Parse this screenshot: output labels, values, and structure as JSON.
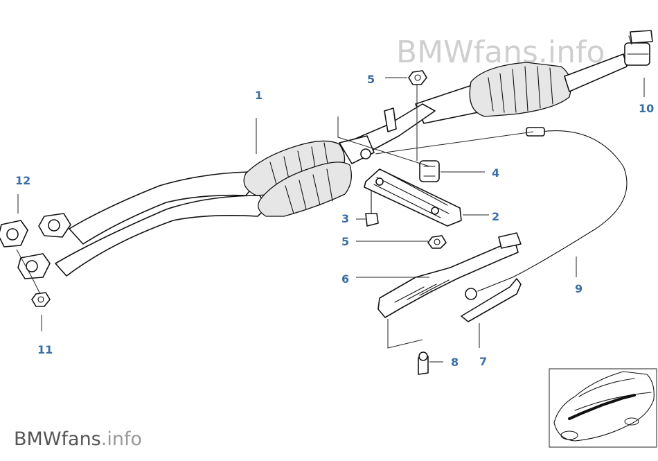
{
  "watermarks": {
    "top": "BMWfans.info",
    "bottom_main": "BMWfans",
    "bottom_suffix": ".info"
  },
  "callouts": [
    {
      "id": "1",
      "label": "1"
    },
    {
      "id": "2",
      "label": "2"
    },
    {
      "id": "3",
      "label": "3"
    },
    {
      "id": "4",
      "label": "4"
    },
    {
      "id": "5a",
      "label": "5"
    },
    {
      "id": "5b",
      "label": "5"
    },
    {
      "id": "6",
      "label": "6"
    },
    {
      "id": "7",
      "label": "7"
    },
    {
      "id": "8",
      "label": "8"
    },
    {
      "id": "9",
      "label": "9"
    },
    {
      "id": "10",
      "label": "10"
    },
    {
      "id": "11",
      "label": "11"
    },
    {
      "id": "12",
      "label": "12"
    }
  ],
  "colors": {
    "callout": "#3a6ea5",
    "line": "#111111",
    "watermark": "#bfbfbf"
  }
}
